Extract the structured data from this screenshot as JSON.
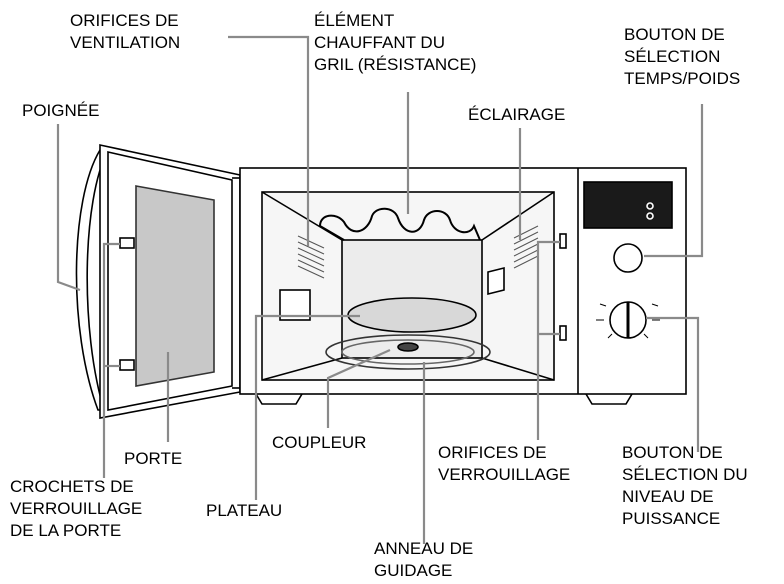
{
  "labels": {
    "orifices_ventilation": "ORIFICES DE\nVENTILATION",
    "element_chauffant": "ÉLÉMENT\nCHAUFFANT DU\nGRIL (RÉSISTANCE)",
    "bouton_temps": "BOUTON DE\nSÉLECTION\nTEMPS/POIDS",
    "poignee": "POIGNÉE",
    "eclairage": "ÉCLAIRAGE",
    "porte": "PORTE",
    "coupleur": "COUPLEUR",
    "orifices_verrouillage": "ORIFICES DE\nVERROUILLAGE",
    "bouton_puissance": "BOUTON DE\nSÉLECTION DU\nNIVEAU DE\nPUISSANCE",
    "crochets": "CROCHETS DE\nVERROUILLAGE\nDE LA PORTE",
    "plateau": "PLATEAU",
    "anneau": "ANNEAU DE\nGUIDAGE"
  },
  "colors": {
    "line": "#000000",
    "leader": "#8a8a8a",
    "glass": "#c8c8c8",
    "cavity": "#ececec",
    "panel_dark": "#1a1a1a"
  }
}
